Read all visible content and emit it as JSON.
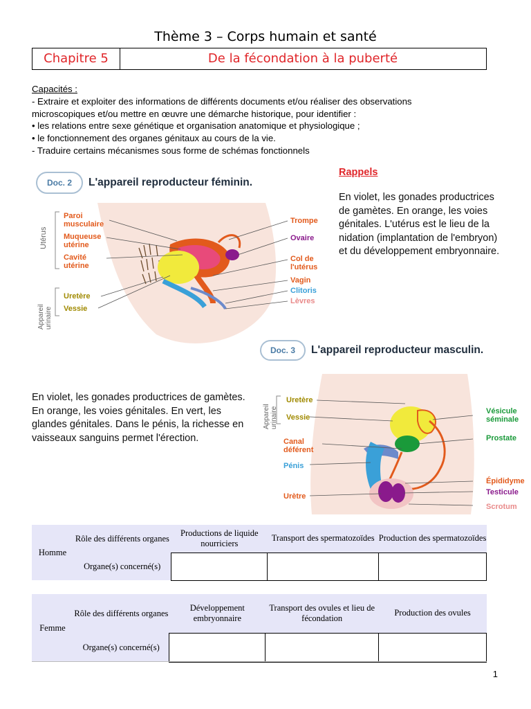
{
  "header": {
    "title": "Thème 3 – Corps humain et santé",
    "chapter": "Chapitre 5",
    "chapter_title": "De la fécondation à la puberté"
  },
  "capacites": {
    "heading": "Capacités :",
    "lines": [
      "- Extraire et exploiter des informations de différents documents et/ou réaliser des observations",
      "microscopiques et/ou mettre en œuvre une démarche historique, pour identifier :",
      "• les relations entre sexe génétique et organisation anatomique et physiologique ;",
      "• le fonctionnement des organes génitaux au cours de la vie.",
      "- Traduire certains mécanismes sous forme de schémas fonctionnels"
    ]
  },
  "doc2": {
    "badge": "Doc. 2",
    "title": "L'appareil reproducteur féminin.",
    "group_uterus": "Utérus",
    "group_urinaire": "Appareil urinaire",
    "labels_left": [
      "Paroi musculaire",
      "Muqueuse utérine",
      "Cavité utérine",
      "Uretère",
      "Vessie"
    ],
    "labels_right": [
      "Trompe",
      "Ovaire",
      "Col de l'utérus",
      "Vagin",
      "Clitoris",
      "Lèvres"
    ]
  },
  "rappels": {
    "heading": "Rappels",
    "text": "En violet, les gonades productrices de gamètes. En orange, les voies génitales. L'utérus est le lieu de la nidation (implantation de l'embryon) et du développement embryonnaire."
  },
  "doc3": {
    "badge": "Doc. 3",
    "title": "L'appareil reproducteur masculin.",
    "group_urinaire": "Appareil urinaire",
    "labels_left": [
      "Uretère",
      "Vessie",
      "Canal déférent",
      "Pénis",
      "Urètre"
    ],
    "labels_right": [
      "Vésicule séminale",
      "Prostate",
      "Épididyme",
      "Testicule",
      "Scrotum"
    ]
  },
  "male_text": "En violet, les gonades productrices de gamètes. En orange, les voies génitales. En vert, les glandes génitales. Dans le pénis, la richesse en vaisseaux sanguins permet l'érection.",
  "table_homme": {
    "row_label": "Homme",
    "header": [
      "Rôle des différents organes",
      "Productions de liquide nourriciers",
      "Transport des spermatozoïdes",
      "Production des spermatozoïdes"
    ],
    "row2_label": "Organe(s) concerné(s)"
  },
  "table_femme": {
    "row_label": "Femme",
    "header": [
      "Rôle des différents organes",
      "Développement embryonnaire",
      "Transport des ovules et lieu de fécondation",
      "Production des ovules"
    ],
    "row2_label": "Organe(s) concerné(s)"
  },
  "page_number": "1",
  "colors": {
    "accent_red": "#e0262a",
    "table_header_bg": "#e6e6f8",
    "gonad_purple": "#8a1a8c",
    "genital_orange": "#e25a1c",
    "gland_green": "#1a9a3a"
  }
}
